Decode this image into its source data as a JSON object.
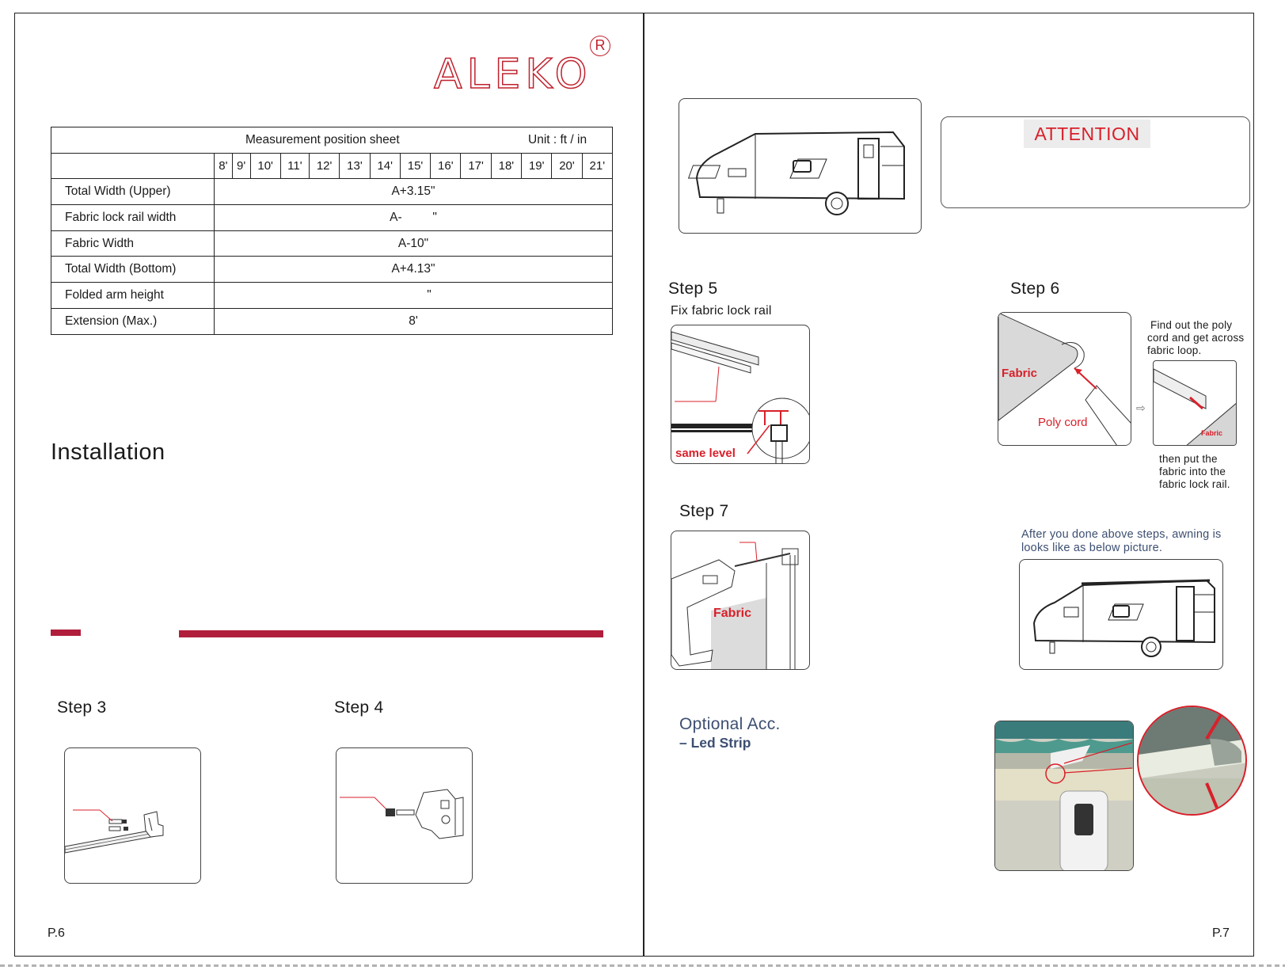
{
  "brand": {
    "logo_text": "ALEKO",
    "registered_mark": "R"
  },
  "measurement_sheet": {
    "title": "Measurement position sheet",
    "unit": "Unit : ft / in",
    "sizes": [
      "8'",
      "9'",
      "10'",
      "11'",
      "12'",
      "13'",
      "14'",
      "15'",
      "16'",
      "17'",
      "18'",
      "19'",
      "20'",
      "21'"
    ],
    "rows": [
      {
        "label": "Total Width (Upper)",
        "value": "A+3.15\""
      },
      {
        "label": "Fabric lock rail width",
        "value": "A-         \""
      },
      {
        "label": "Fabric Width",
        "value": "A-10\""
      },
      {
        "label": "Total Width (Bottom)",
        "value": "A+4.13\""
      },
      {
        "label": "Folded arm height",
        "value": "\""
      },
      {
        "label": "Extension (Max.)",
        "value": "8'"
      }
    ]
  },
  "left_page": {
    "heading": "Installation",
    "step3": "Step 3",
    "step4": "Step 4",
    "page_number": "P.6"
  },
  "right_page": {
    "attention": "ATTENTION",
    "step5": {
      "title": "Step 5",
      "subtitle": "Fix fabric lock rail",
      "label_same_level": "same level"
    },
    "step6": {
      "title": "Step 6",
      "label_fabric": "Fabric",
      "label_poly_cord": "Poly cord",
      "label_fabric_small": "Fabric",
      "note_find": [
        "Find out the poly",
        "cord and get across",
        "fabric loop."
      ],
      "note_then": [
        "then put the",
        "fabric into the",
        "fabric lock rail."
      ]
    },
    "step7": {
      "title": "Step 7",
      "label_fabric": "Fabric"
    },
    "after_text": [
      "After you done above steps, awning is",
      "looks like as below picture."
    ],
    "optional": {
      "title": "Optional Acc.",
      "item": "– Led Strip"
    },
    "page_number": "P.7"
  },
  "colors": {
    "brand_red": "#c0222e",
    "bar_red": "#b01e3b",
    "label_red": "#d8202a",
    "text_blue": "#3d4f72"
  }
}
